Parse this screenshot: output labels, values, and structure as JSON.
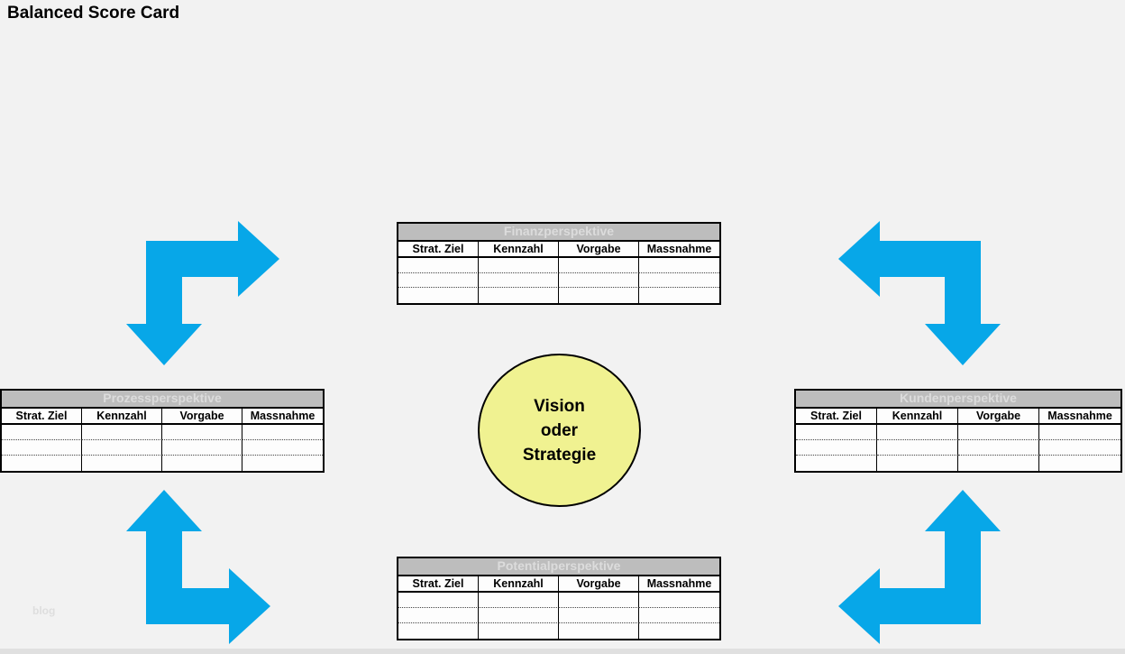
{
  "page": {
    "title": "Balanced Score Card",
    "watermark": "blog"
  },
  "colors": {
    "background": "#f2f2f2",
    "arrow": "#07a7e8",
    "table_title_bg": "#bdbdbd",
    "table_title_text": "#dcdcdc",
    "circle_fill": "#f0f291",
    "bottom_edge": "#e0e0e0"
  },
  "center_circle": {
    "line1": "Vision",
    "line2": "oder",
    "line3": "Strategie"
  },
  "table_columns": [
    "Strat. Ziel",
    "Kennzahl",
    "Vorgabe",
    "Massnahme"
  ],
  "tables": {
    "finanz": {
      "title": "Finanzperspektive"
    },
    "prozess": {
      "title": "Prozessperspektive"
    },
    "kunden": {
      "title": "Kundenperspektive"
    },
    "potential": {
      "title": "Potentialperspektive"
    }
  },
  "arrows": [
    {
      "name": "elbow-arrow-top-left",
      "heads": [
        "right",
        "down"
      ]
    },
    {
      "name": "elbow-arrow-top-right",
      "heads": [
        "left",
        "down"
      ]
    },
    {
      "name": "elbow-arrow-bottom-left",
      "heads": [
        "up",
        "right"
      ]
    },
    {
      "name": "elbow-arrow-bottom-right",
      "heads": [
        "up",
        "left"
      ]
    }
  ]
}
